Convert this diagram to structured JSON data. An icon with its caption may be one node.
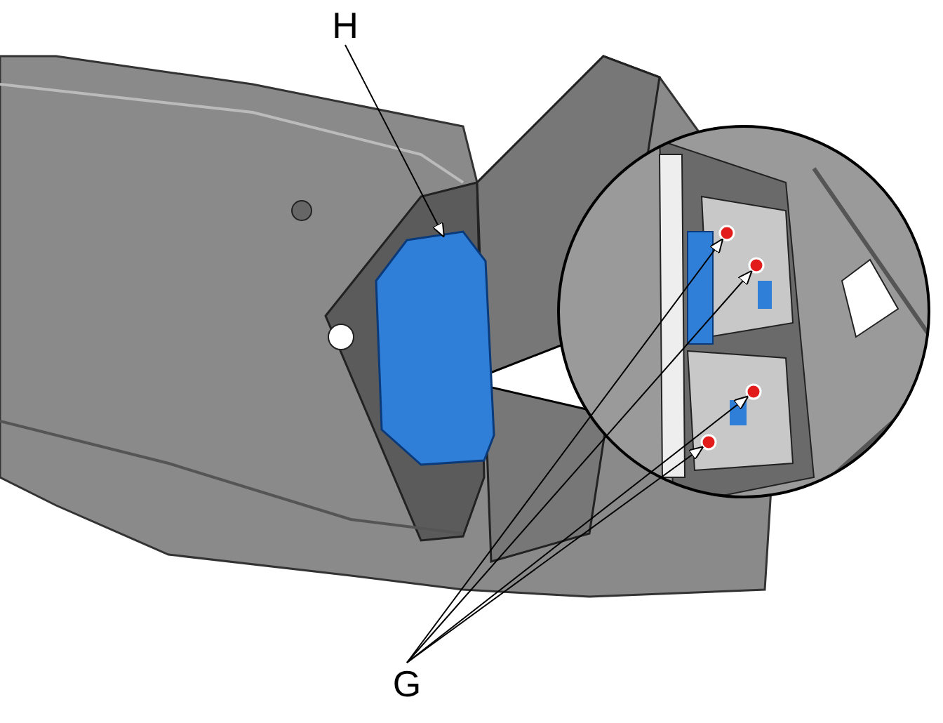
{
  "diagram": {
    "nodes": [
      {
        "text": [
          "H"
        ]
      },
      {
        "text": [],
        "shape": "box"
      },
      {
        "text": [
          "G"
        ]
      },
      {
        "text": [],
        "shape": "circle"
      },
      {
        "text": [],
        "shape": "circle"
      },
      {
        "text": [],
        "shape": "circle"
      },
      {
        "text": [],
        "shape": "circle"
      }
    ],
    "edges": [
      {
        "from": 0,
        "to": 1,
        "arrow": "to"
      },
      {
        "from": 2,
        "to": 3,
        "arrow": "to"
      },
      {
        "from": 2,
        "to": 4,
        "arrow": "to"
      },
      {
        "from": 2,
        "to": 5,
        "arrow": "to"
      },
      {
        "from": 2,
        "to": 6,
        "arrow": "to"
      }
    ]
  }
}
